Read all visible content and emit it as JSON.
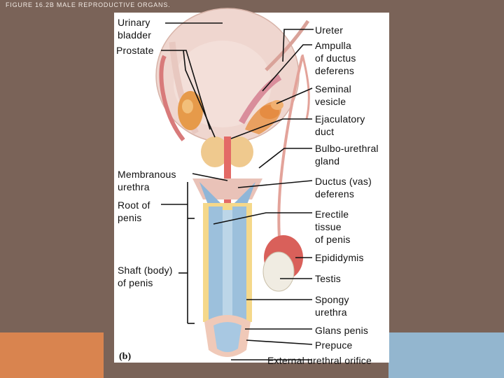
{
  "slide": {
    "title": "FIGURE 16.2B MALE REPRODUCTIVE ORGANS.",
    "colors": {
      "background": "#7a6358",
      "accent_orange": "#d9844f",
      "accent_blue": "#93b6cf"
    }
  },
  "figure": {
    "panel_letter": "(b)",
    "labels": {
      "urinary_bladder": "Urinary\nbladder",
      "prostate": "Prostate",
      "membranous_urethra": "Membranous\nurethra",
      "root_of_penis": "Root of\npenis",
      "shaft_of_penis": "Shaft (body)\nof penis",
      "ureter": "Ureter",
      "ampulla": "Ampulla\nof ductus\ndeferens",
      "seminal_vesicle": "Seminal\nvesicle",
      "ejaculatory_duct": "Ejaculatory\nduct",
      "bulbo_urethral_gland": "Bulbo-urethral\ngland",
      "ductus_deferens": "Ductus (vas)\ndeferens",
      "erectile_tissue": "Erectile\ntissue\nof penis",
      "epididymis": "Epididymis",
      "testis": "Testis",
      "spongy_urethra": "Spongy\nurethra",
      "glans_penis": "Glans penis",
      "prepuce": "Prepuce",
      "external_urethral_orifice": "External urethral orifice"
    }
  }
}
